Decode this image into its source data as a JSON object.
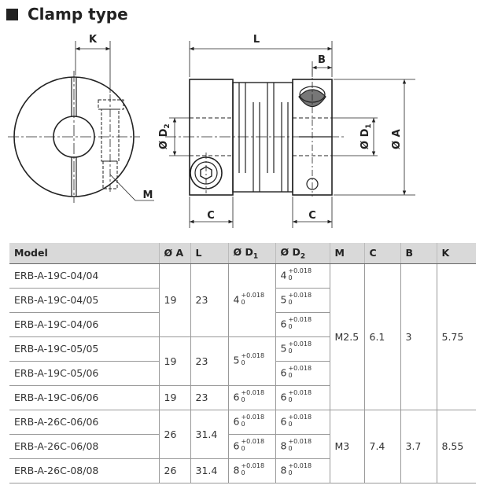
{
  "title": "Clamp type",
  "drawing": {
    "labels": {
      "K": "K",
      "L": "L",
      "B": "B",
      "M": "M",
      "C_left": "C",
      "C_right": "C",
      "D2": "Ø D",
      "D2_sub": "2",
      "D1": "Ø D",
      "D1_sub": "1",
      "A": "Ø A"
    }
  },
  "table": {
    "headers": {
      "model": "Model",
      "a": "Ø A",
      "l": "L",
      "d1": "Ø D",
      "d1_sub": "1",
      "d2": "Ø D",
      "d2_sub": "2",
      "m": "M",
      "c": "C",
      "b": "B",
      "k": "K"
    },
    "tol_upper": "+0.018",
    "tol_lower": "0",
    "models": [
      "ERB-A-19C-04/04",
      "ERB-A-19C-04/05",
      "ERB-A-19C-04/06",
      "ERB-A-19C-05/05",
      "ERB-A-19C-05/06",
      "ERB-A-19C-06/06",
      "ERB-A-26C-06/06",
      "ERB-A-26C-06/08",
      "ERB-A-26C-08/08"
    ],
    "d2": [
      "4",
      "5",
      "6",
      "5",
      "6",
      "6",
      "6",
      "8",
      "8"
    ],
    "groups": [
      {
        "a": "19",
        "l": "23",
        "d1": "4"
      },
      {
        "a": "19",
        "l": "23",
        "d1": "5"
      },
      {
        "a": "19",
        "l": "23",
        "d1": "6"
      },
      {
        "a": "26",
        "l": "31.4",
        "d1": "6"
      },
      {
        "a": "26",
        "l": "31.4",
        "d1": "8"
      }
    ],
    "specs": [
      {
        "m": "M2.5",
        "c": "6.1",
        "b": "3",
        "k": "5.75"
      },
      {
        "m": "M3",
        "c": "7.4",
        "b": "3.7",
        "k": "8.55"
      }
    ]
  }
}
